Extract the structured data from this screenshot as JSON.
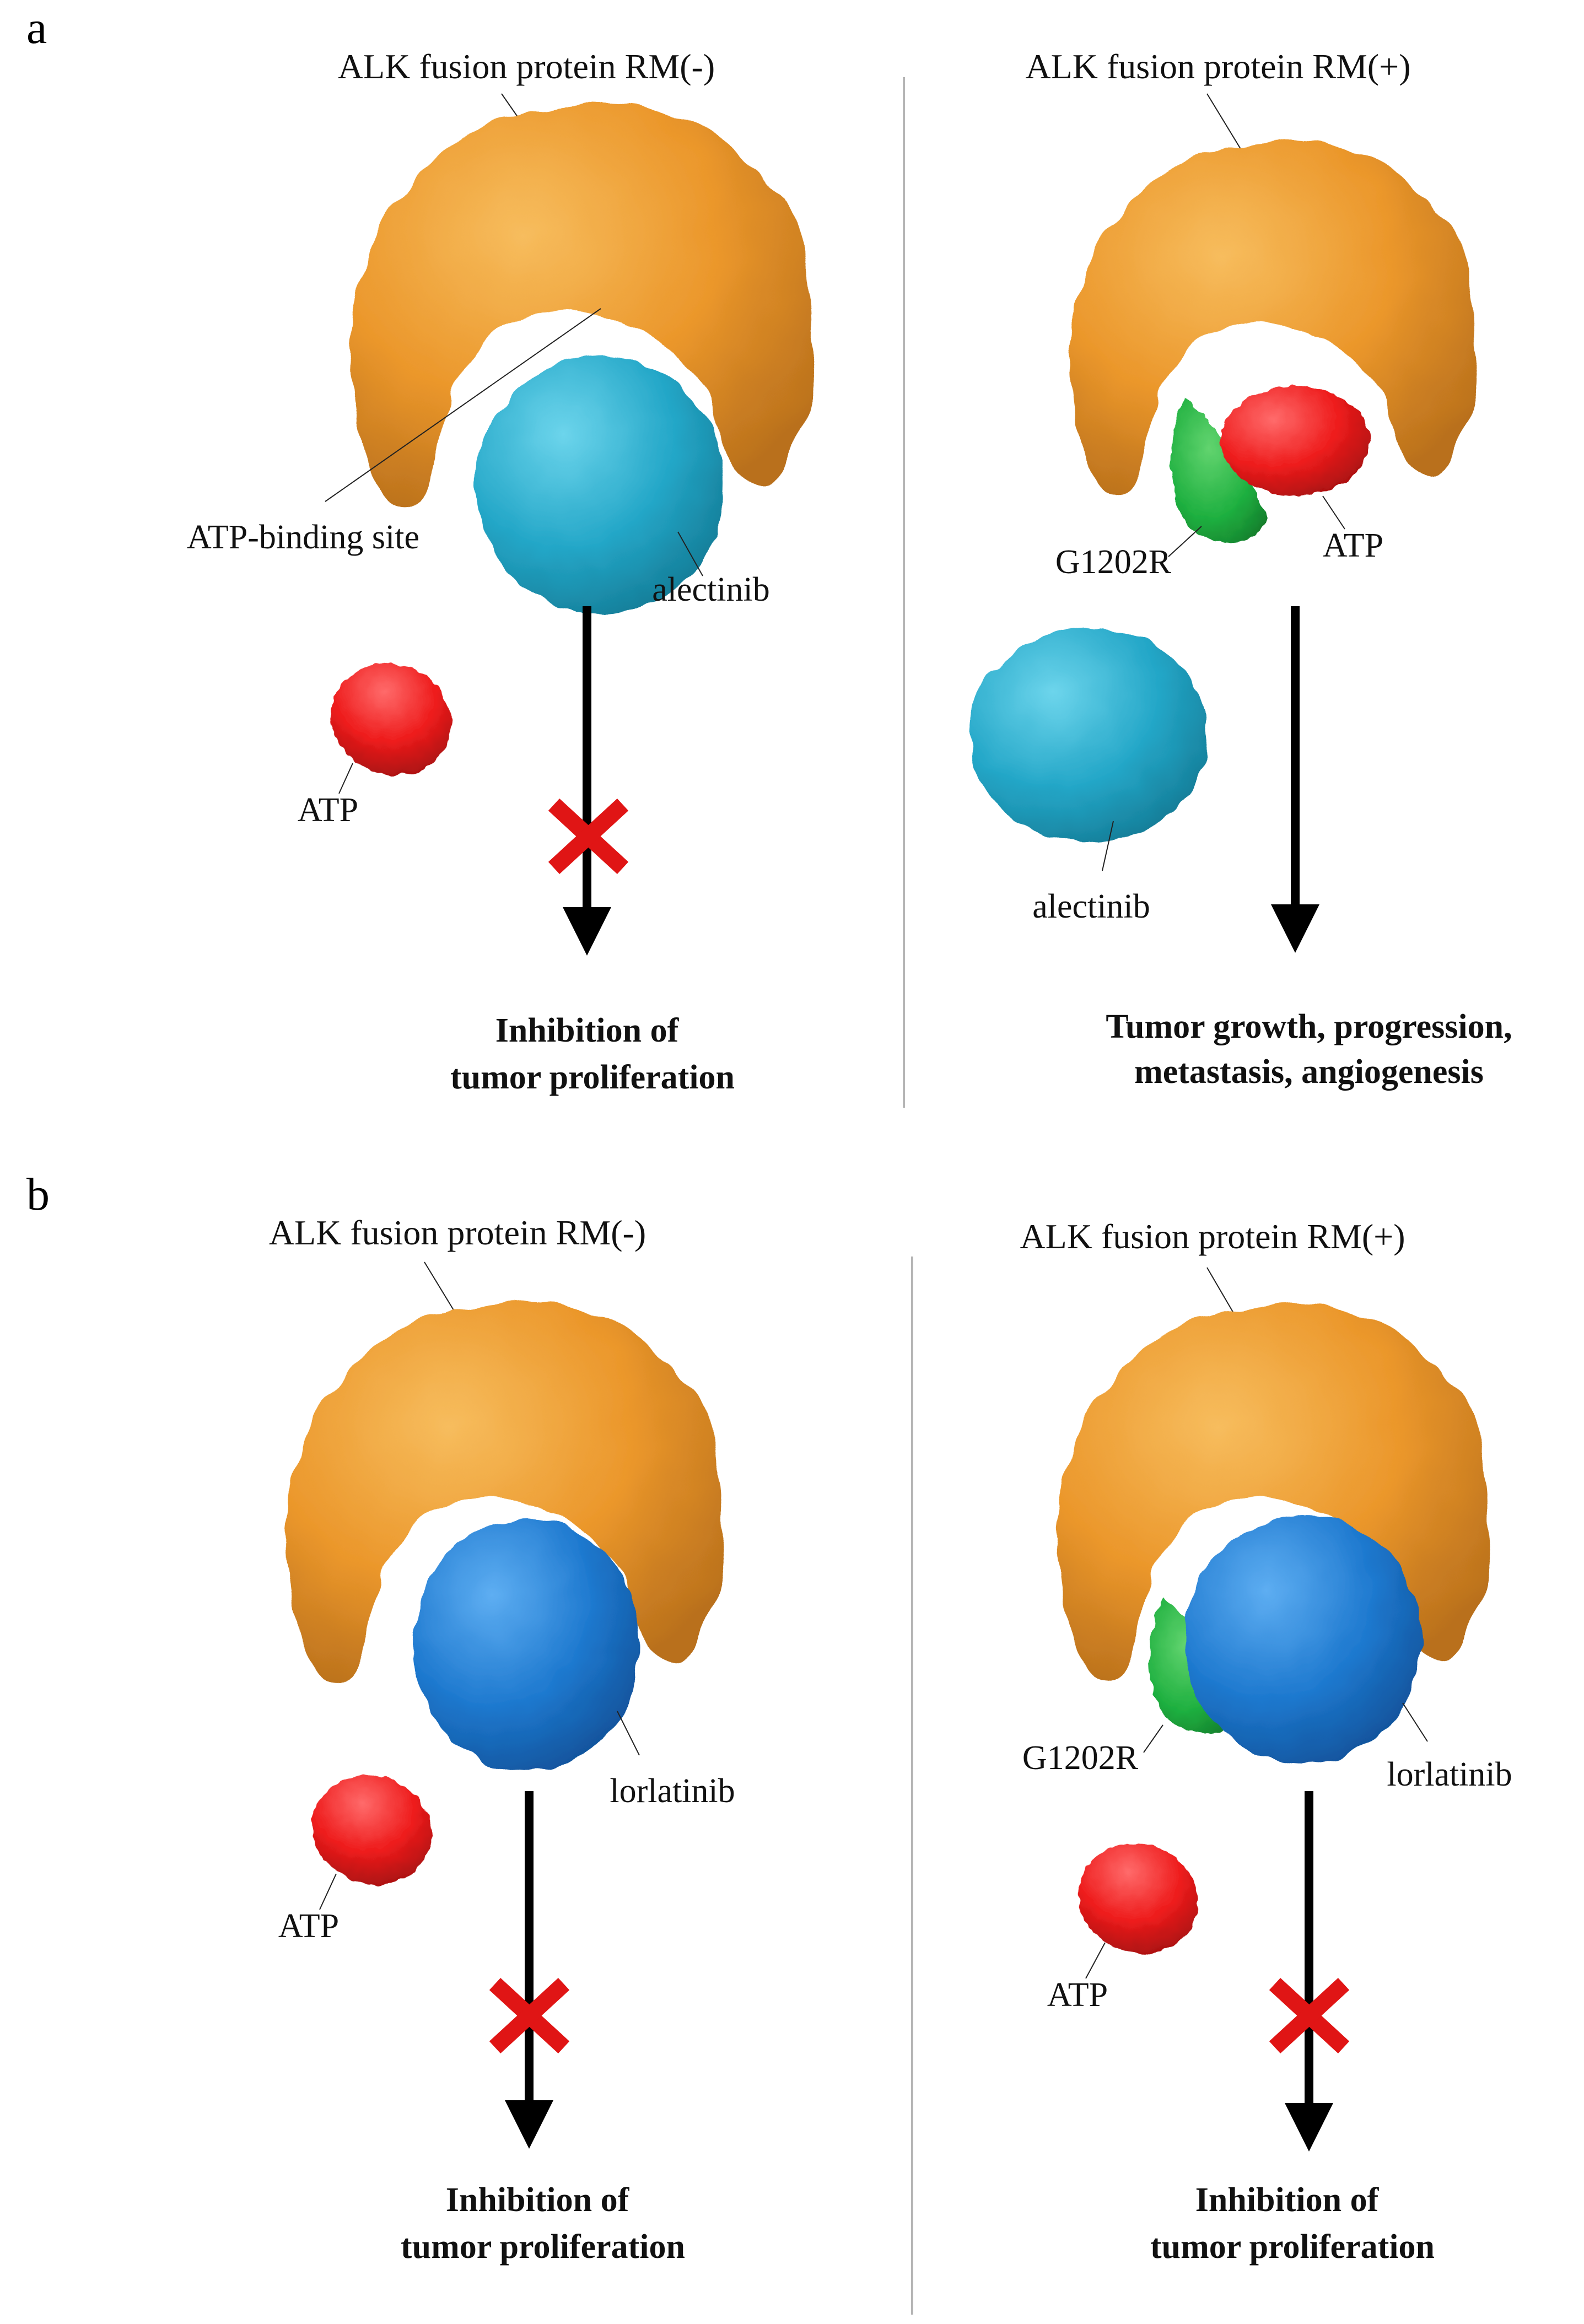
{
  "panels": {
    "a": {
      "letter": "a",
      "left": {
        "title": "ALK fusion protein RM(-)",
        "site_label": "ATP-binding site",
        "drug_label": "alectinib",
        "atp_label": "ATP",
        "outcome_line1": "Inhibition of",
        "outcome_line2": "tumor proliferation"
      },
      "right": {
        "title": "ALK fusion protein RM(+)",
        "mutation_label": "G1202R",
        "atp_label": "ATP",
        "drug_label": "alectinib",
        "outcome_line1": "Tumor growth, progression,",
        "outcome_line2": "metastasis, angiogenesis"
      }
    },
    "b": {
      "letter": "b",
      "left": {
        "title": "ALK fusion protein RM(-)",
        "drug_label": "lorlatinib",
        "atp_label": "ATP",
        "outcome_line1": "Inhibition of",
        "outcome_line2": "tumor proliferation"
      },
      "right": {
        "title": "ALK fusion protein RM(+)",
        "mutation_label": "G1202R",
        "drug_label": "lorlatinib",
        "atp_label": "ATP",
        "outcome_line1": "Inhibition of",
        "outcome_line2": "tumor proliferation"
      }
    }
  },
  "colors": {
    "protein": "#ec9a2c",
    "mutation": "#1fb040",
    "atp": "#ee1c1c",
    "alectinib": "#24a7c8",
    "lorlatinib": "#1e79cf",
    "inhibition_cross": "#e01515"
  }
}
